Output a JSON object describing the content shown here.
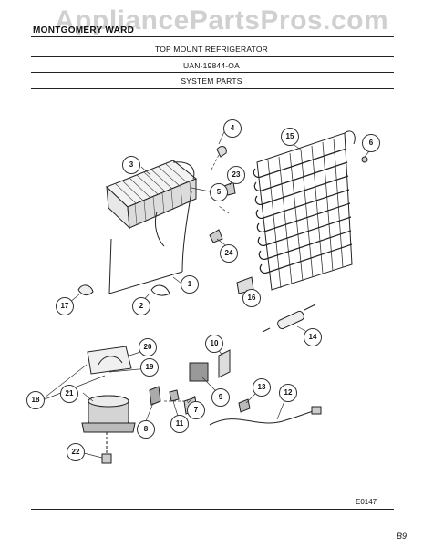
{
  "watermark": "AppliancePartsPros.com",
  "header": {
    "brand": "MONTGOMERY WARD",
    "title": "TOP MOUNT REFRIGERATOR",
    "model": "UAN-19844-OA",
    "section": "SYSTEM PARTS"
  },
  "callouts": [
    "1",
    "2",
    "3",
    "4",
    "5",
    "6",
    "7",
    "8",
    "9",
    "10",
    "11",
    "12",
    "13",
    "14",
    "15",
    "16",
    "17",
    "18",
    "19",
    "20",
    "21",
    "22",
    "23",
    "24"
  ],
  "footer": {
    "code": "E0147",
    "page_mark": "B9"
  }
}
